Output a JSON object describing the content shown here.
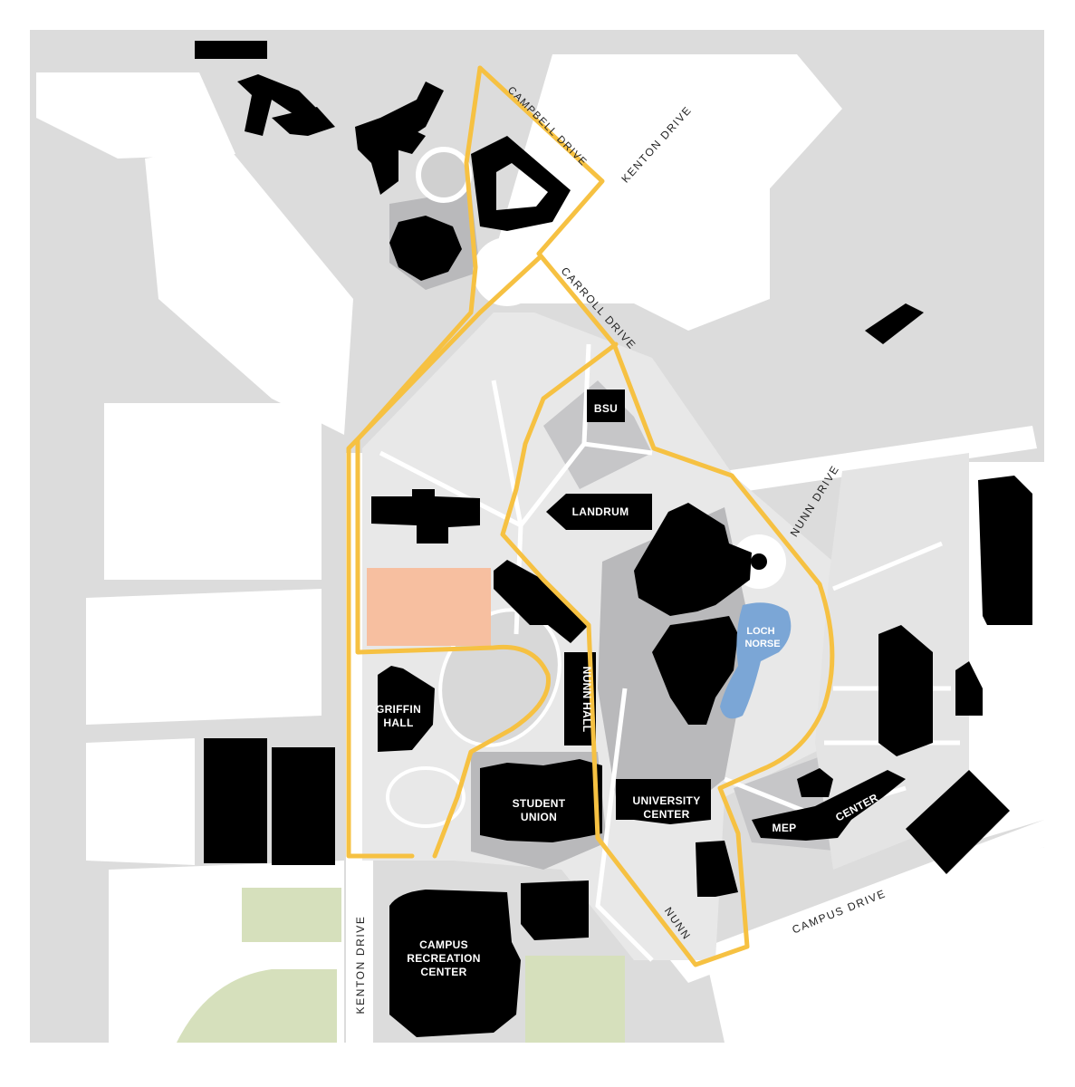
{
  "colors": {
    "background": "#dcdcdc",
    "road": "#ffffff",
    "plaza": "#b9b9bb",
    "campus_area": "#e4e4e4",
    "building": "#000000",
    "route": "#f6c142",
    "water": "#7ba6d6",
    "parking_highlight": "#f7bfa0",
    "field": "#d6e0bc"
  },
  "buildings": {
    "bsu": "BSU",
    "landrum": "LANDRUM",
    "griffin_hall": [
      "GRIFFIN",
      "HALL"
    ],
    "nunn_hall": "NUNN HALL",
    "student_union": [
      "STUDENT",
      "UNION"
    ],
    "university_center": [
      "UNIVERSITY",
      "CENTER"
    ],
    "mep_center": [
      "MEP",
      "CENTER"
    ],
    "campus_recreation_center": [
      "CAMPUS",
      "RECREATION",
      "CENTER"
    ]
  },
  "water": {
    "loch_norse": [
      "LOCH",
      "NORSE"
    ]
  },
  "roads": {
    "campbell_drive": "CAMPBELL DRIVE",
    "kenton_drive_north": "KENTON DRIVE",
    "carroll_drive": "CARROLL DRIVE",
    "nunn_drive": "NUNN DRIVE",
    "kenton_drive_west": "KENTON DRIVE",
    "campus_drive": "CAMPUS DRIVE",
    "nunn_short": "NUNN"
  },
  "icons": {
    "route": "walking-route-line",
    "marker": "dot-marker-icon"
  }
}
